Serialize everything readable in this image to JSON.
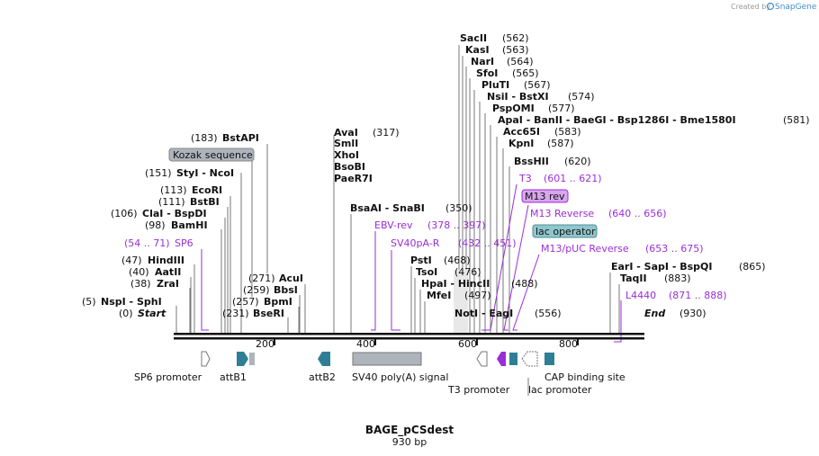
{
  "brand": {
    "created_by": "Created by",
    "name": "SnapGene"
  },
  "map": {
    "name": "BAGE_pCSdest",
    "length": "930 bp",
    "start_label": "Start",
    "end_label": "End",
    "start_pos": "(0)",
    "end_pos": "(930)"
  },
  "ruler": [
    "200",
    "400",
    "600",
    "800"
  ],
  "enzymes_left": [
    {
      "pos": "(183)",
      "names": "BstAPI"
    },
    {
      "pos": "(151)",
      "names": "StyI - NcoI"
    },
    {
      "pos": "(113)",
      "names": "EcoRI"
    },
    {
      "pos": "(111)",
      "names": "BstBI"
    },
    {
      "pos": "(106)",
      "names": "ClaI - BspDI"
    },
    {
      "pos": "(98)",
      "names": "BamHI"
    },
    {
      "pos": "(47)",
      "names": "HindIII"
    },
    {
      "pos": "(40)",
      "names": "AatII"
    },
    {
      "pos": "(38)",
      "names": "ZraI"
    },
    {
      "pos": "(5)",
      "names": "NspI - SphI"
    },
    {
      "pos": "(271)",
      "names": "AcuI"
    },
    {
      "pos": "(259)",
      "names": "BbsI"
    },
    {
      "pos": "(257)",
      "names": "BpmI"
    },
    {
      "pos": "(231)",
      "names": "BseRI"
    }
  ],
  "enzymes_mid": {
    "group317": [
      "AvaI",
      "SmlI",
      "XhoI",
      "BsoBI",
      "PaeR7I"
    ],
    "group317_pos": "(317)",
    "bsaai": "BsaAI - SnaBI",
    "bsaai_pos": "(350)",
    "psti": "PstI",
    "psti_pos": "(468)",
    "tsoi": "TsoI",
    "tsoi_pos": "(476)",
    "hpai": "HpaI - HincII",
    "hpai_pos": "(488)",
    "mfei": "MfeI",
    "mfei_pos": "(497)",
    "noti": "NotI - EagI",
    "noti_pos": "(556)"
  },
  "enzymes_top": [
    {
      "name": "SacII",
      "pos": "(562)"
    },
    {
      "name": "KasI",
      "pos": "(563)"
    },
    {
      "name": "NarI",
      "pos": "(564)"
    },
    {
      "name": "SfoI",
      "pos": "(565)"
    },
    {
      "name": "PluTI",
      "pos": "(567)"
    },
    {
      "name": "NsiI - BstXI",
      "pos": "(574)"
    },
    {
      "name": "PspOMI",
      "pos": "(577)"
    },
    {
      "name": "ApaI - BanII - BaeGI - Bsp1286I - Bme1580I",
      "pos": "(581)"
    },
    {
      "name": "Acc65I",
      "pos": "(583)"
    },
    {
      "name": "KpnI",
      "pos": "(587)"
    },
    {
      "name": "BssHII",
      "pos": "(620)"
    }
  ],
  "enzymes_right": [
    {
      "names": "EarI - SapI - BspQI",
      "pos": "(865)"
    },
    {
      "names": "TaqII",
      "pos": "(883)"
    }
  ],
  "primers": [
    {
      "name": "SP6",
      "range": "(54 .. 71)"
    },
    {
      "name": "EBV-rev",
      "range": "(378 .. 397)"
    },
    {
      "name": "SV40pA-R",
      "range": "(432 .. 451)"
    },
    {
      "name": "T3",
      "range": "(601 .. 621)"
    },
    {
      "name": "M13 Reverse",
      "range": "(640 .. 656)"
    },
    {
      "name": "M13/pUC Reverse",
      "range": "(653 .. 675)"
    },
    {
      "name": "L4440",
      "range": "(871 .. 888)"
    }
  ],
  "boxed": {
    "kozak": "Kozak sequence",
    "m13rev": "M13 rev",
    "lacop": "lac operator"
  },
  "features": {
    "sp6": "SP6 promoter",
    "attb1": "attB1",
    "attb2": "attB2",
    "sv40": "SV40 poly(A) signal",
    "t3": "T3 promoter",
    "lac": "lac promoter",
    "cap": "CAP binding site"
  },
  "colors": {
    "primer": "#9a2ed6",
    "feature_teal": "#2e7f96",
    "gray_box": "#aeb4bb",
    "lacop_box": "#8fc5cc",
    "m13_box": "#d8a6ee"
  }
}
